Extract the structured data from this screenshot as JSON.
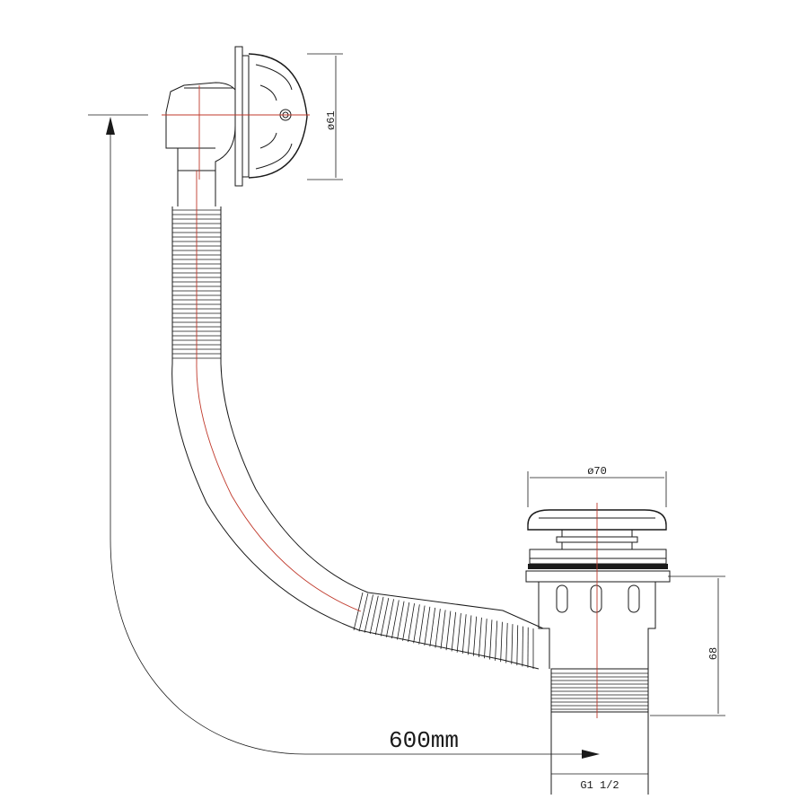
{
  "dimensions": {
    "overflow_diameter": "ø61",
    "plug_diameter": "ø70",
    "waste_height": "68",
    "cable_length": "600mm",
    "thread_size": "G1 1/2"
  }
}
